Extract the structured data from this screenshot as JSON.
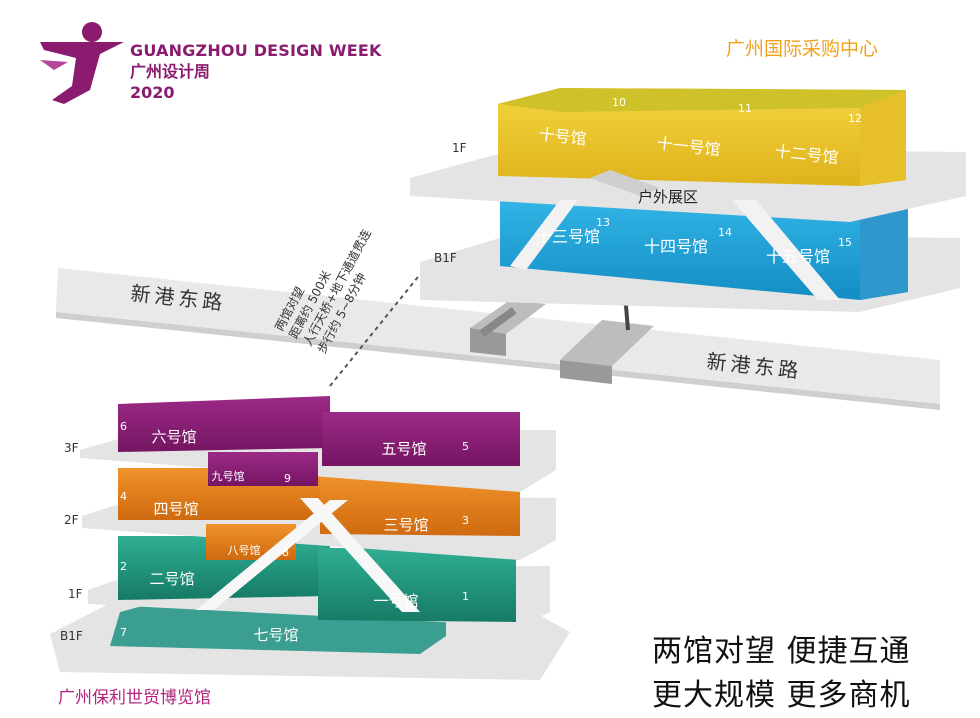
{
  "logo": {
    "line1": "GUANGZHOU DESIGN WEEK",
    "line2": "广州设计周",
    "line3": "2020"
  },
  "titles": {
    "north_venue": "广州国际采购中心",
    "south_venue": "广州保利世贸博览馆"
  },
  "slogan": {
    "line1": "两馆对望  便捷互通",
    "line2": "更大规模  更多商机"
  },
  "roads": {
    "road_west": "新港东路",
    "road_east": "新港东路"
  },
  "connection_note": [
    "两馆对望",
    "距离约 500米",
    "人行天桥+地下通道贯连",
    "步行约 5~8分钟"
  ],
  "north_building": {
    "floors": [
      {
        "label": "1F"
      },
      {
        "label": "B1F"
      }
    ],
    "outdoor_label": "户外展区",
    "halls": [
      {
        "name": "十号馆",
        "number": "10",
        "color": "#e9c62c"
      },
      {
        "name": "十一号馆",
        "number": "11",
        "color": "#e9c62c"
      },
      {
        "name": "十二号馆",
        "number": "12",
        "color": "#e9c62c"
      },
      {
        "name": "十三号馆",
        "number": "13",
        "color": "#1fa8dc"
      },
      {
        "name": "十四号馆",
        "number": "14",
        "color": "#1fa8dc"
      },
      {
        "name": "十五号馆",
        "number": "15",
        "color": "#1fa8dc"
      }
    ]
  },
  "south_building": {
    "floors": [
      {
        "label": "3F"
      },
      {
        "label": "2F"
      },
      {
        "label": "1F"
      },
      {
        "label": "B1F"
      }
    ],
    "halls": [
      {
        "name": "六号馆",
        "number": "6",
        "color": "#8b1d76"
      },
      {
        "name": "五号馆",
        "number": "5",
        "color": "#8b1d76"
      },
      {
        "name": "九号馆",
        "number": "9",
        "color": "#8b1d76"
      },
      {
        "name": "四号馆",
        "number": "4",
        "color": "#e07c1a"
      },
      {
        "name": "三号馆",
        "number": "3",
        "color": "#e07c1a"
      },
      {
        "name": "八号馆",
        "number": "8",
        "color": "#e07c1a"
      },
      {
        "name": "二号馆",
        "number": "2",
        "color": "#20947d"
      },
      {
        "name": "一号馆",
        "number": "1",
        "color": "#20947d"
      },
      {
        "name": "七号馆",
        "number": "7",
        "color": "#3a9e90"
      }
    ]
  },
  "colors": {
    "brand": "#8a1b6f",
    "gold": "#f0a21c",
    "slab": "#e6e6e6"
  }
}
